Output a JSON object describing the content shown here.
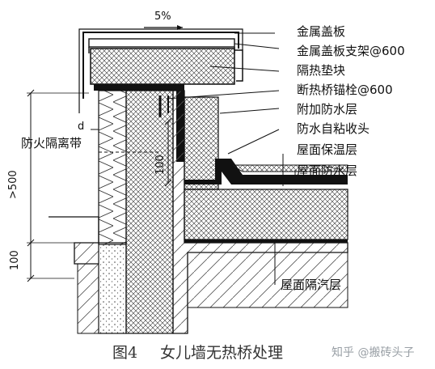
{
  "labels": {
    "metal_cover": "金属盖板",
    "metal_cover_bracket": "金属盖板支架@600",
    "insulation_pad": "隔热垫块",
    "thermal_break_anchor": "断热桥锚栓@600",
    "additional_waterproof": "附加防水层",
    "waterproof_self_adhesive_end": "防水自粘收头",
    "roof_insulation": "屋面保温层",
    "roof_waterproof": "屋面防水层",
    "roof_vapor_barrier": "屋面隔汽层",
    "fire_barrier": "防火隔离带",
    "d": "d"
  },
  "dimensions": {
    "slope": "5%",
    "gt500": ">500",
    "dim_100_left": "100",
    "dim_100_mid": "100"
  },
  "caption": {
    "fig_no": "图4",
    "title": "女儿墙无热桥处理",
    "watermark": "知乎 @搬砖头子"
  },
  "colors": {
    "line": "#1a1a1a",
    "hatch": "#333333",
    "insulation_fill": "#ffffff",
    "concrete_fill": "#f5f5f5"
  }
}
